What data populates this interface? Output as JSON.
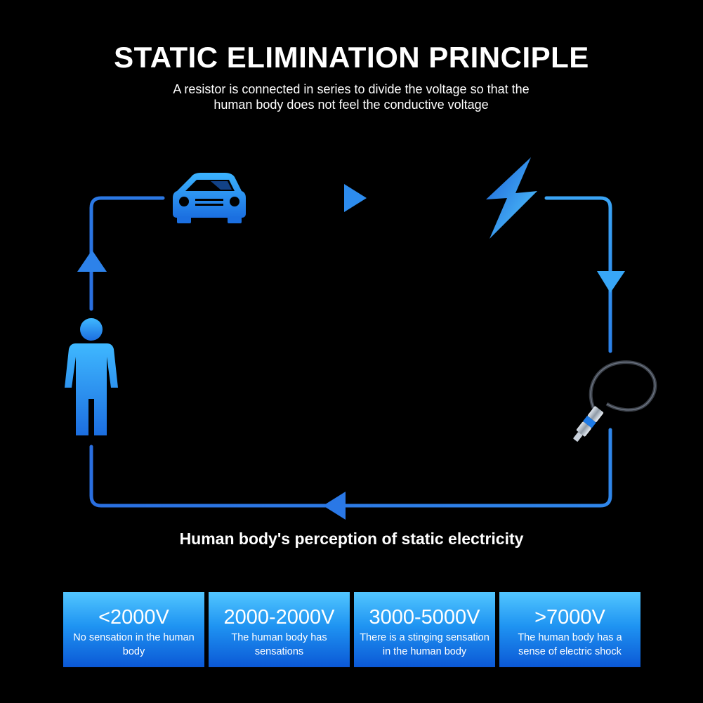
{
  "title": "STATIC ELIMINATION PRINCIPLE",
  "subtitle": {
    "line1": "A resistor is connected in series to divide the voltage so that the",
    "line2": "human body does not feel the conductive voltage"
  },
  "diagram": {
    "nodes": [
      "car-icon",
      "lightning-icon",
      "grounding-cable-icon",
      "person-icon"
    ],
    "flow": [
      "right",
      "down",
      "left",
      "up"
    ]
  },
  "section_title": "Human body's perception of static electricity",
  "levels": [
    {
      "value": "<2000V",
      "line1": "No sensation in the human",
      "line2": "body"
    },
    {
      "value": "2000-2000V",
      "line1": "The human body has",
      "line2": "sensations"
    },
    {
      "value": "3000-5000V",
      "line1": "There is a stinging sensation",
      "line2": "in the human body"
    },
    {
      "value": ">7000V",
      "line1": "The human body has a",
      "line2": "sense of electric shock"
    }
  ],
  "colors": {
    "background": "#000000",
    "line_blue": "#2a7fe8",
    "accent_cyan": "#3fb6ff",
    "card_top": "#52c6ff",
    "card_bottom": "#0b58d6"
  }
}
